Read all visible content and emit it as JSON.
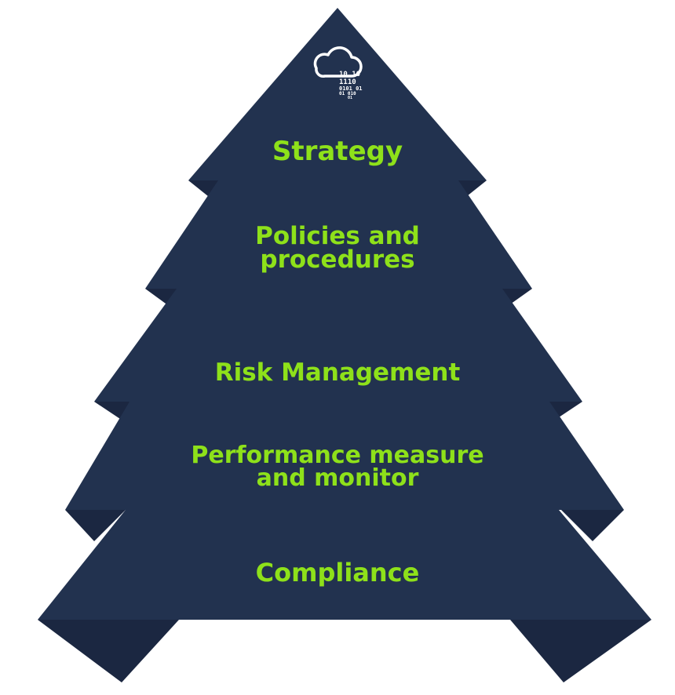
{
  "colors": {
    "tier_fill": "#22324f",
    "tier_shade": "#1b2741",
    "label": "#8ee11a",
    "icon": "#ffffff",
    "background": "#ffffff"
  },
  "icon": {
    "name": "cloud-binary-icon",
    "binary_lines": [
      "10  10",
      "1110",
      "0101  01",
      "01    010",
      "01"
    ]
  },
  "tiers": [
    {
      "id": "strategy",
      "lines": [
        "Strategy"
      ]
    },
    {
      "id": "policies",
      "lines": [
        "Policies and",
        "procedures"
      ]
    },
    {
      "id": "risk",
      "lines": [
        "Risk Management"
      ]
    },
    {
      "id": "performance",
      "lines": [
        "Performance measure",
        "and monitor"
      ]
    },
    {
      "id": "compliance",
      "lines": [
        "Compliance"
      ]
    }
  ]
}
